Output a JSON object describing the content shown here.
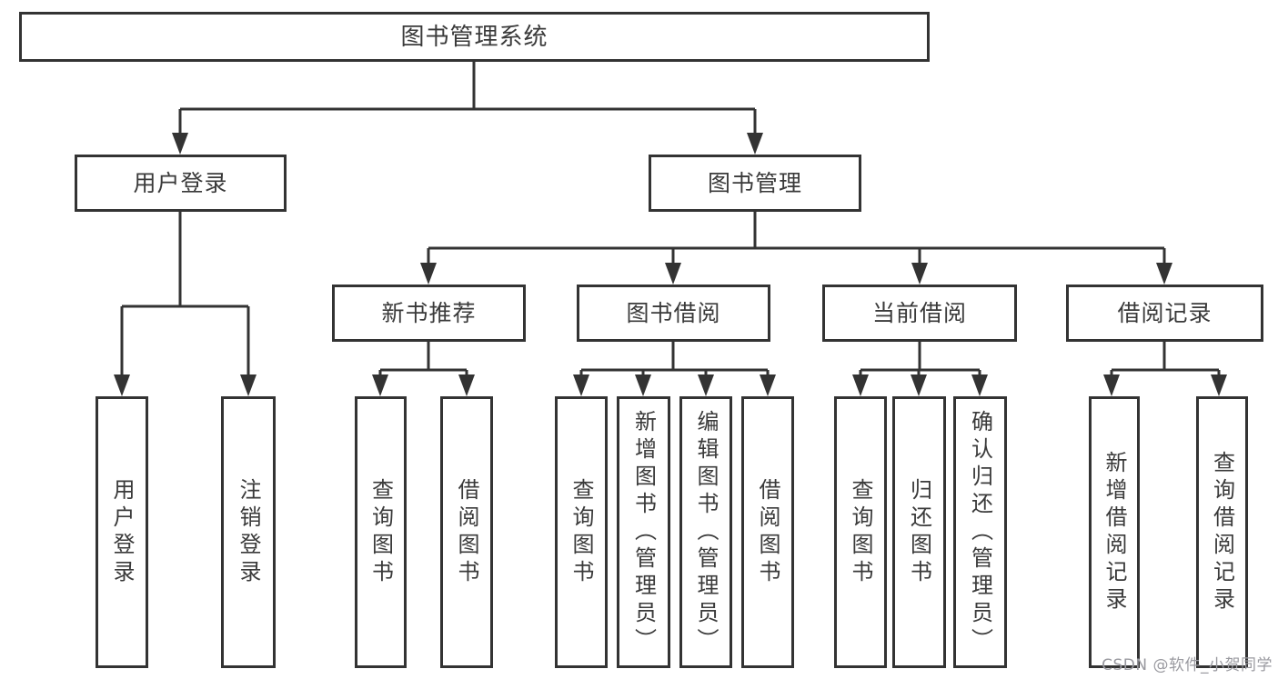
{
  "tree": {
    "label": "图书管理系统",
    "children": [
      {
        "label": "用户登录",
        "children": [
          {
            "label": "用户登录"
          },
          {
            "label": "注销登录"
          }
        ]
      },
      {
        "label": "图书管理",
        "children": [
          {
            "label": "新书推荐",
            "children": [
              {
                "label": "查询图书"
              },
              {
                "label": "借阅图书"
              }
            ]
          },
          {
            "label": "图书借阅",
            "children": [
              {
                "label": "查询图书"
              },
              {
                "label": "新增图书（管理员）"
              },
              {
                "label": "编辑图书（管理员）"
              },
              {
                "label": "借阅图书"
              }
            ]
          },
          {
            "label": "当前借阅",
            "children": [
              {
                "label": "查询图书"
              },
              {
                "label": "归还图书"
              },
              {
                "label": "确认归还（管理员）"
              }
            ]
          },
          {
            "label": "借阅记录",
            "children": [
              {
                "label": "新增借阅记录"
              },
              {
                "label": "查询借阅记录"
              }
            ]
          }
        ]
      }
    ]
  },
  "watermark": {
    "text": "CSDN @软件_小贺同学"
  },
  "colors": {
    "line": "#333333",
    "text": "#3a3a3a",
    "watermark": "#9a9aa0",
    "background": "#ffffff"
  }
}
